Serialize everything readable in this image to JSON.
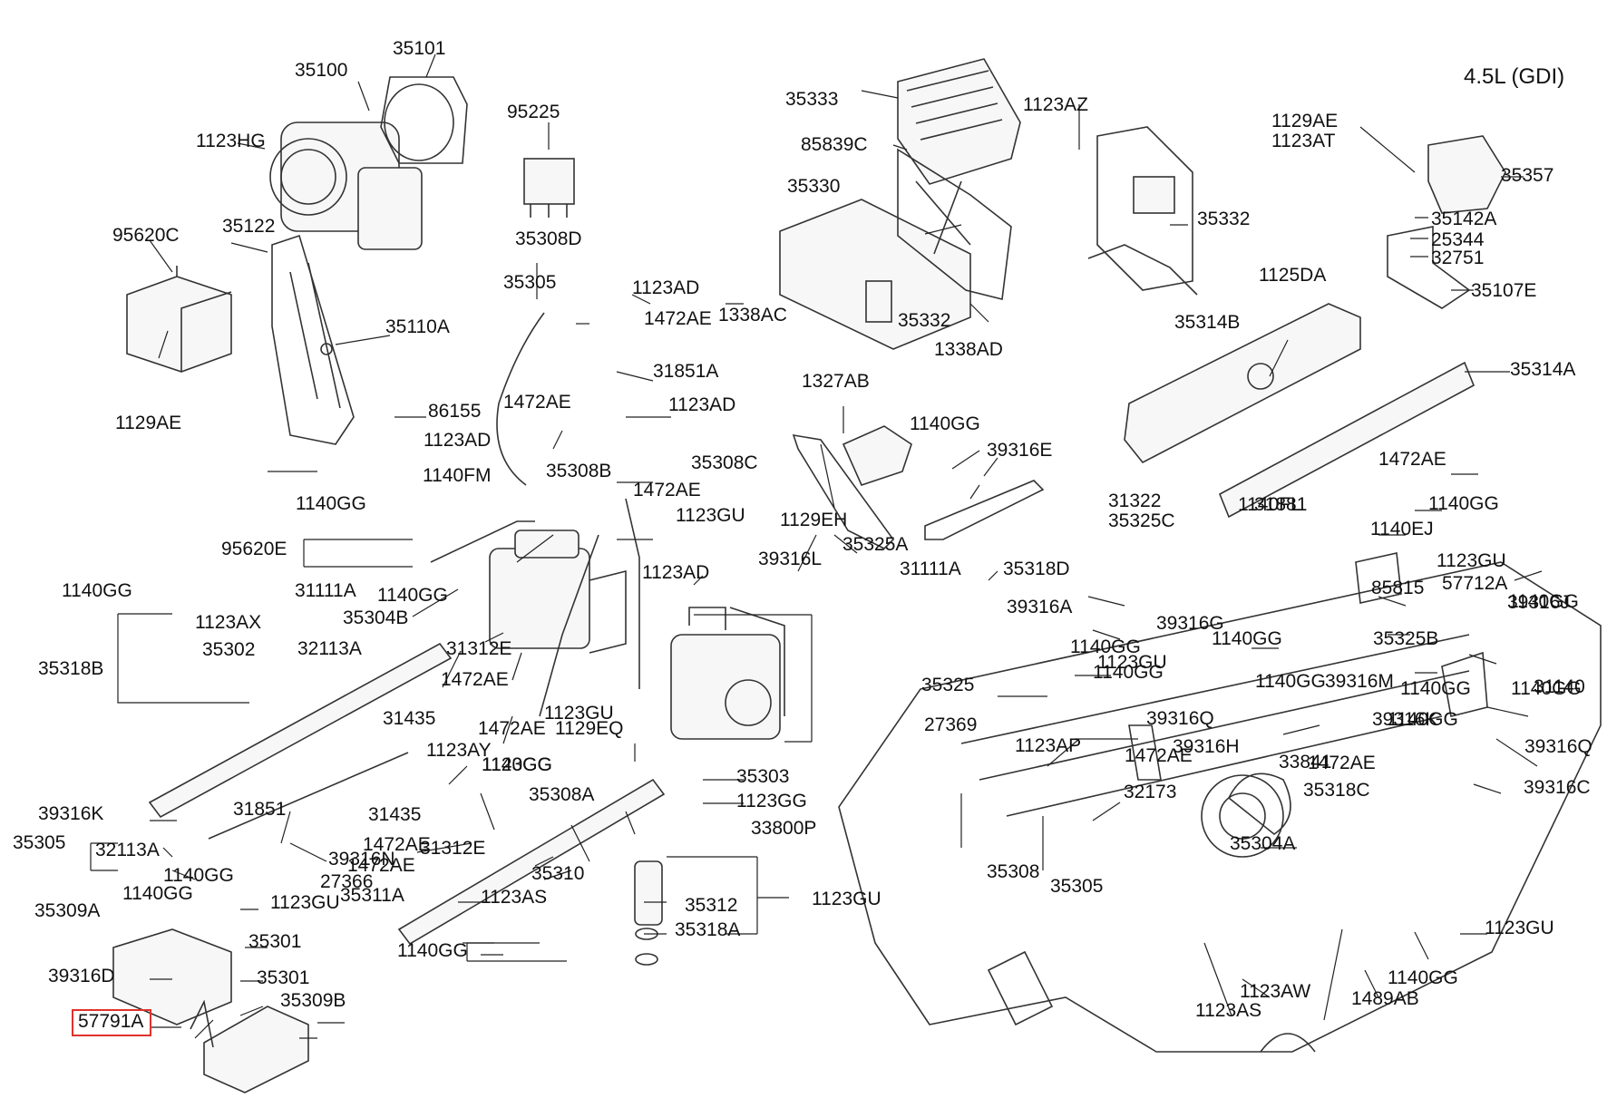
{
  "diagram": {
    "engine_label": "4.5L (GDI)",
    "highlighted_part": "35309B",
    "highlight_color": "#e0322b",
    "callouts": [
      "35101",
      "35100",
      "95225",
      "35333",
      "1123AZ",
      "1129AE",
      "1123AT",
      "35357",
      "1123HG",
      "85839C",
      "35122",
      "95620C",
      "35308D",
      "35330",
      "35332",
      "35142A",
      "25344",
      "32751",
      "1123AD",
      "35305",
      "1472AE",
      "1338AC",
      "35332",
      "1338AD",
      "1125DA",
      "35107E",
      "35110A",
      "35314B",
      "31851A",
      "35314A",
      "1129AE",
      "86155",
      "1472AE",
      "1123AD",
      "1327AB",
      "1123AD",
      "35308C",
      "1140GG",
      "39316E",
      "1140FM",
      "35308B",
      "1472AE",
      "1472AE",
      "1140GG",
      "1123GU",
      "31322",
      "1140FL",
      "35325C",
      "31881",
      "1140GG",
      "1129EH",
      "95620E",
      "35325A",
      "1140EJ",
      "39316L",
      "1123GU",
      "1140GG",
      "31111A",
      "35318D",
      "1140GG",
      "1123AD",
      "31111A",
      "85815",
      "57712A",
      "1140GG",
      "1123AX",
      "35304B",
      "39316A",
      "39316G",
      "1140GG",
      "39316J",
      "35302",
      "32113A",
      "1123GU",
      "35325B",
      "35318B",
      "31312E",
      "1140GG",
      "31140",
      "1472AE",
      "1140GG",
      "1140GG",
      "39316M",
      "35325",
      "1140GG",
      "1140GG",
      "31435",
      "1123GU",
      "39316Q",
      "1140GG",
      "1472AE",
      "1129EQ",
      "27369",
      "1472AE",
      "1123AP",
      "39316H",
      "39316Q",
      "39316K",
      "1123AY",
      "33841",
      "1140GG",
      "1123GG",
      "1472AE",
      "35303",
      "32173",
      "35318C",
      "39316C",
      "39316K",
      "31851",
      "35308A",
      "1123GG",
      "31435",
      "33800P",
      "35305",
      "32113A",
      "39316N",
      "31312E",
      "1472AE",
      "35304A",
      "1472AE",
      "1140GG",
      "35310",
      "27366",
      "35308",
      "1123GU",
      "35305",
      "35311A",
      "1123AS",
      "1123GU",
      "35312",
      "35309A",
      "1140GG",
      "35318A",
      "35301",
      "1123GU",
      "1140GG",
      "39316D",
      "35301",
      "1489AB",
      "1140GG",
      "35309B",
      "1123AS",
      "1123AW",
      "57791A"
    ]
  }
}
